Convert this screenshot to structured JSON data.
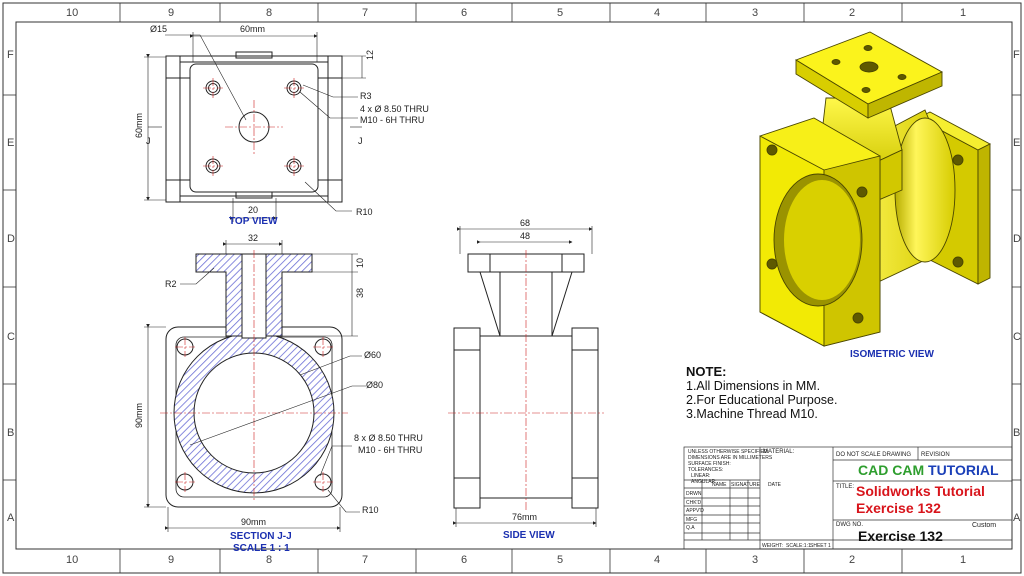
{
  "border": {
    "top_zones": [
      "10",
      "9",
      "8",
      "7",
      "6",
      "5",
      "4",
      "3",
      "2",
      "1"
    ],
    "bottom_zones": [
      "10",
      "9",
      "8",
      "7",
      "6",
      "5",
      "4",
      "3",
      "2",
      "1"
    ],
    "left_zones": [
      "F",
      "E",
      "D",
      "C",
      "B",
      "A"
    ],
    "right_zones": [
      "F",
      "E",
      "D",
      "C",
      "B",
      "A"
    ]
  },
  "top_view": {
    "label": "TOP VIEW",
    "dims": {
      "d15": "Ø15",
      "w60": "60mm",
      "h12": "12",
      "r3": "R3",
      "holes": "4 x Ø 8.50 THRU",
      "thread": "M10 - 6H THRU",
      "h60": "60mm",
      "w20": "20",
      "r10": "R10",
      "j_left": "J",
      "j_right": "J"
    }
  },
  "section_view": {
    "label": "SECTION J-J",
    "scale": "SCALE 1 : 1",
    "dims": {
      "w32": "32",
      "h10": "10",
      "h38": "38",
      "r2": "R2",
      "d60": "Ø60",
      "d80": "Ø80",
      "holes": "8 x Ø 8.50 THRU",
      "thread": "M10 - 6H THRU",
      "h90": "90mm",
      "w90": "90mm",
      "r10": "R10"
    }
  },
  "side_view": {
    "label": "SIDE VIEW",
    "dims": {
      "w68": "68",
      "w48": "48",
      "w76": "76mm"
    }
  },
  "iso_view": {
    "label": "ISOMETRIC VIEW"
  },
  "notes": {
    "title": "NOTE:",
    "lines": [
      "1.All Dimensions in MM.",
      "2.For Educational Purpose.",
      "3.Machine Thread M10."
    ]
  },
  "title_block": {
    "tolerances": [
      "UNLESS OTHERWISE SPECIFIED:",
      "DIMENSIONS ARE IN MILLIMETERS",
      "SURFACE FINISH:",
      "TOLERANCES:",
      "LINEAR:",
      "ANGULAR:"
    ],
    "material": "MATERIAL:",
    "do_not_scale": "DO NOT SCALE DRAWING",
    "revision": "REVISION",
    "brand_cad": "CAD",
    "brand_cam": "CAM",
    "brand_tutorial": "TUTORIAL",
    "title_label": "TITLE:",
    "title_line1": "Solidworks Tutorial",
    "title_line2": "Exercise 132",
    "dwg_no_label": "DWG NO.",
    "dwg_no": "Exercise 132",
    "custom": "Custom",
    "col_name": "NAME",
    "col_signature": "SIGNATURE",
    "col_date": "DATE",
    "rows": [
      "DRWN",
      "CHK'D",
      "APPV'D",
      "MFG",
      "Q.A"
    ],
    "weight": "WEIGHT:",
    "scale": "SCALE:1:1",
    "sheet": "SHEET 1"
  },
  "colors": {
    "dim_blue": "#1a2fb0",
    "title_red": "#d8141b",
    "brand_green": "#2e9e2e",
    "brand_blue": "#1a3fb8",
    "part_yellow": "#f2ea05",
    "hatch": "#6b6fd6",
    "center_red": "#cc2222"
  }
}
